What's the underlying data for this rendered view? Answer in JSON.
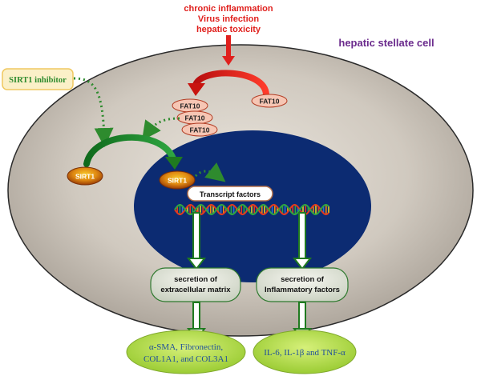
{
  "stimuli": {
    "line1": "chronic inflammation",
    "line2": "Virus infection",
    "line3": "hepatic toxicity"
  },
  "cell_title": "hepatic stellate cell",
  "inhibitor": "SIRT1 inhibitor",
  "fat10": [
    "FAT10",
    "FAT10",
    "FAT10",
    "FAT10"
  ],
  "sirt1": [
    "SIRT1",
    "SIRT1"
  ],
  "transcript": "Transcript factors",
  "secretion_ecm": {
    "line1": "secretion of",
    "line2": "extracellular matrix"
  },
  "secretion_inf": {
    "line1": "secretion of",
    "line2": "Inflammatory factors"
  },
  "outputs": {
    "ecm_line1": "α-SMA, Fibronectin,",
    "ecm_line2": "COL1A1, and COL3A1",
    "inf_line1": "IL-6, IL-1β and TNF-α"
  },
  "colors": {
    "stimulus_red": "#e0201d",
    "title_purple": "#6a2a8c",
    "nucleus_navy": "#0c2b72",
    "arrow_green": "#1f7a1f",
    "inhibitor_green": "#2e8b2e",
    "output_green": "#a6d63a"
  }
}
